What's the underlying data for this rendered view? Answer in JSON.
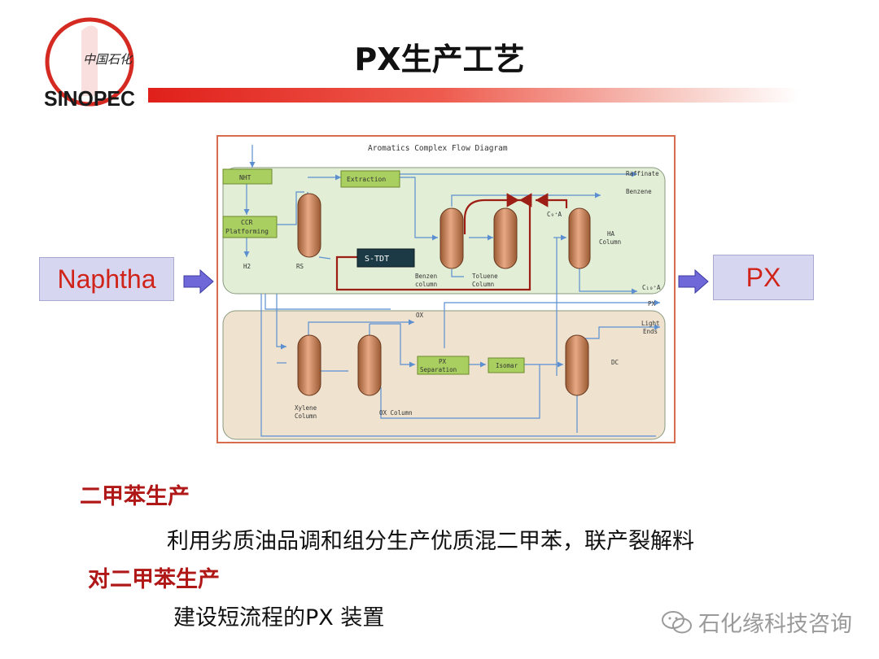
{
  "header": {
    "title": "PX生产工艺",
    "logo_text_cn": "中国石化",
    "logo_text": "SINOPEC"
  },
  "flow": {
    "input_label": "Naphtha",
    "output_label": "PX"
  },
  "diagram": {
    "title": "Aromatics Complex Flow Diagram",
    "labels": {
      "nht": "NHT",
      "ccr_line1": "CCR",
      "ccr_line2": "Platforming",
      "extraction": "Extraction",
      "stdt": "S-TDT",
      "h2": "H2",
      "rs": "RS",
      "benzen_line1": "Benzen",
      "benzen_line2": "column",
      "toluene_line1": "Toluene",
      "toluene_line2": "Column",
      "ha_line1": "HA",
      "ha_line2": "Column",
      "c9a": "C₉⁺A",
      "raffinate": "Raffinate",
      "benzene": "Benzene",
      "c10a": "C₁₀⁺A",
      "px": "PX",
      "ox": "OX",
      "light_line1": "Light",
      "light_line2": "Ends",
      "px_sep_line1": "PX",
      "px_sep_line2": "Separation",
      "isomar": "Isomar",
      "dc": "DC",
      "xylene_line1": "Xylene",
      "xylene_line2": "Column",
      "ox_column": "OX Column"
    }
  },
  "sections": [
    {
      "heading": "二甲苯生产",
      "text": "利用劣质油品调和组分生产优质混二甲苯，联产裂解料"
    },
    {
      "heading": "对二甲苯生产",
      "text": "建设短流程的PX 装置"
    }
  ],
  "watermark": "石化缘科技咨询",
  "colors": {
    "accent_red": "#d0241b",
    "banner_red": "#e0201a",
    "box_fill": "#d6d6f0",
    "arrow_purple": "#6f68d8",
    "upper_zone": "#e3eed6",
    "lower_zone": "#efe3cf",
    "flow_line": "#5b8fd0",
    "recycle_line": "#9c1e14"
  }
}
